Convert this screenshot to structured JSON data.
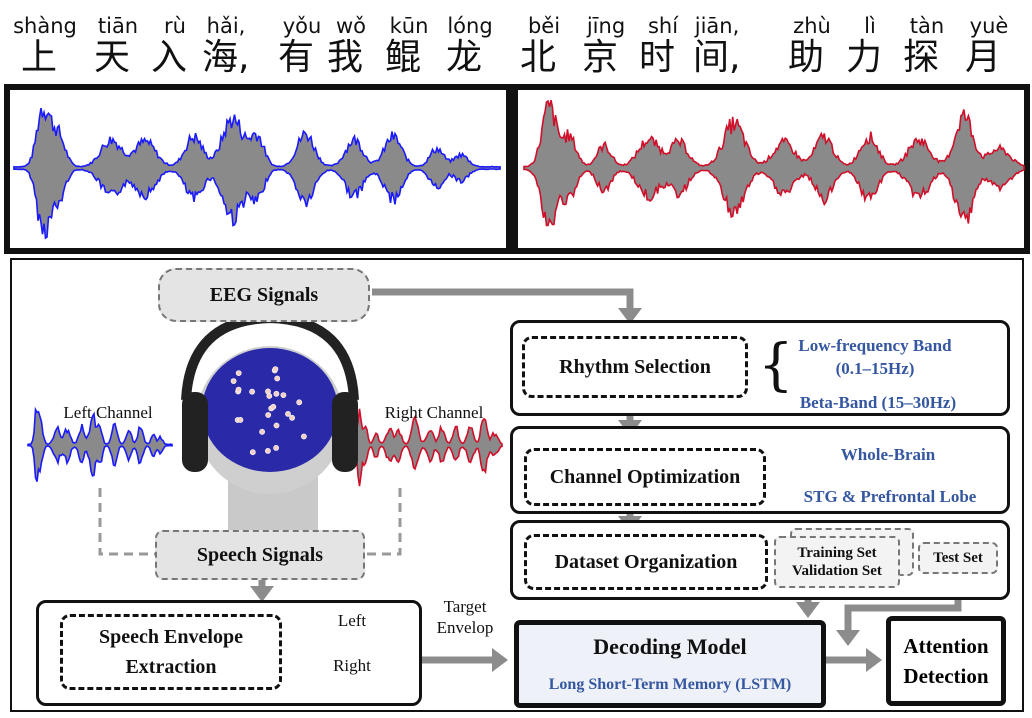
{
  "pinyin": [
    "shàng",
    "tiān",
    "rù",
    "hǎi,",
    "yǒu",
    "wǒ",
    "kūn",
    "lóng",
    "běi",
    "jīng",
    "shí",
    "jiān,",
    "zhù",
    "lì",
    "tàn",
    "yuè"
  ],
  "hanzi": [
    "上",
    "天",
    "入",
    "海,",
    "有",
    "我",
    "鲲",
    "龙",
    "北",
    "京",
    "时",
    "间,",
    "助",
    "力",
    "探",
    "月"
  ],
  "eeg_signals": "EEG Signals",
  "left_channel": "Left Channel",
  "right_channel": "Right Channel",
  "speech_signals": "Speech Signals",
  "envelope_extraction": "Speech Envelope Extraction",
  "wave_left": "Left",
  "wave_right": "Right",
  "target_envelop": "Target Envelop",
  "rhythm_selection": "Rhythm Selection",
  "low_freq_band": "Low-frequency Band (0.1–15Hz)",
  "beta_band": "Beta-Band (15–30Hz)",
  "channel_optimization": "Channel Optimization",
  "whole_brain": "Whole-Brain",
  "stg_prefrontal": "STG & Prefrontal Lobe",
  "dataset_organization": "Dataset Organization",
  "training_set": "Training Set",
  "validation_set": "Validation Set",
  "test_set": "Test Set",
  "decoding_model": "Decoding Model",
  "lstm": "Long Short-Term Memory (LSTM)",
  "attention_detection": "Attention Detection",
  "colors": {
    "left_wave": "#1a1aff",
    "right_wave": "#d0102a",
    "label_blue": "#3556a0",
    "head_cap": "#2a2aa8"
  }
}
